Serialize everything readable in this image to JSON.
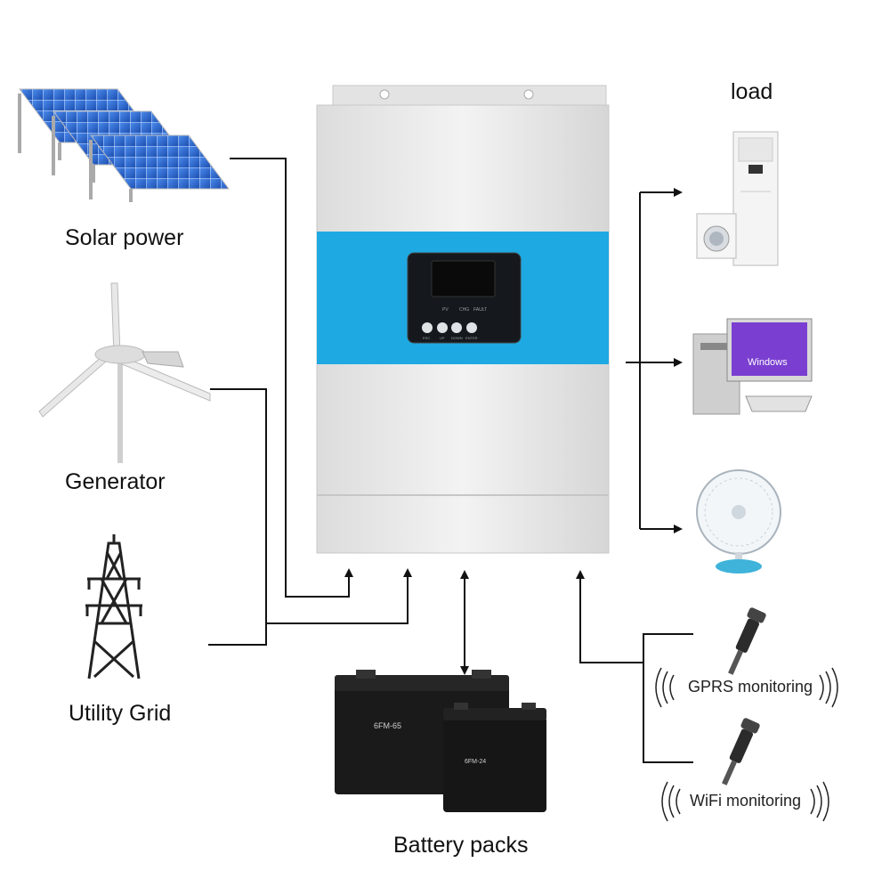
{
  "labels": {
    "solar": "Solar power",
    "generator": "Generator",
    "grid": "Utility Grid",
    "load": "load",
    "battery": "Battery packs",
    "gprs": "GPRS monitoring",
    "wifi": "WiFi monitoring"
  },
  "inverter": {
    "button_labels": [
      "ESC",
      "UP",
      "DOWN",
      "ENTER"
    ],
    "indicator_labels": [
      "PV",
      "CHG",
      "FAULT"
    ]
  },
  "battery": {
    "large_model": "6FM-65",
    "small_model": "6FM-24"
  },
  "monitor_screen_text": "Windows",
  "colors": {
    "inverter_band": "#1ea9e2",
    "inverter_body": "#eeeeee",
    "line": "#111111",
    "solar_panel": "#2f6fd6",
    "battery": "#1a1a1a"
  },
  "icons": [
    "solar-panel-icon",
    "wind-turbine-icon",
    "power-tower-icon",
    "air-conditioner-icon",
    "washing-machine-icon",
    "desktop-computer-icon",
    "fan-icon",
    "battery-icon",
    "usb-dongle-icon",
    "signal-wave-icon"
  ]
}
